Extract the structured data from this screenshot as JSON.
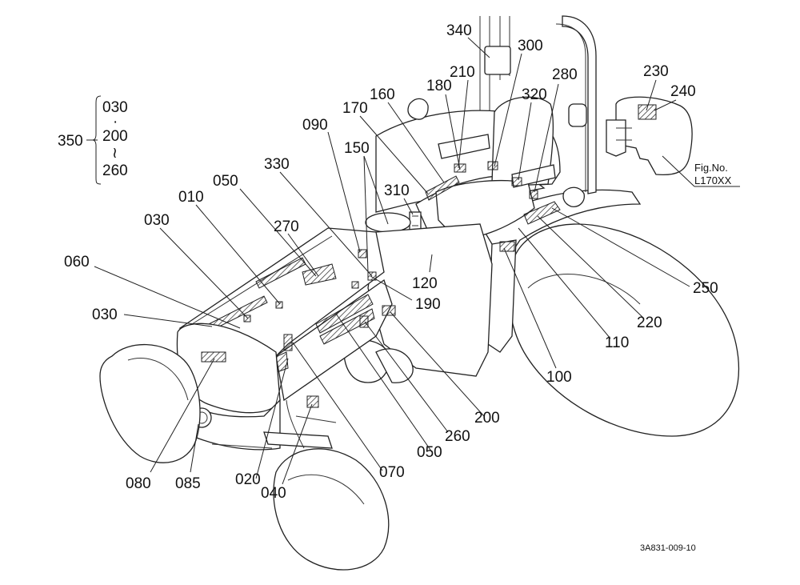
{
  "diagram": {
    "figure_ref_label": "Fig.No.",
    "figure_ref_number": "L170XX",
    "drawing_code": "3A831-009-10",
    "bracket_group": {
      "label": "350",
      "items": [
        "030",
        "·",
        "200",
        "≀",
        "260"
      ]
    },
    "callouts": {
      "c340": "340",
      "c300": "300",
      "c210": "210",
      "c280": "280",
      "c230": "230",
      "c240": "240",
      "c180": "180",
      "c320": "320",
      "c160": "160",
      "c170": "170",
      "c090": "090",
      "c150": "150",
      "c330": "330",
      "c310": "310",
      "c050a": "050",
      "c010": "010",
      "c270": "270",
      "c030a": "030",
      "c060": "060",
      "c120": "120",
      "c190": "190",
      "c250": "250",
      "c030b": "030",
      "c220": "220",
      "c110": "110",
      "c100": "100",
      "c200": "200",
      "c260": "260",
      "c050b": "050",
      "c070": "070",
      "c020": "020",
      "c040": "040",
      "c080": "080",
      "c085": "085"
    }
  }
}
